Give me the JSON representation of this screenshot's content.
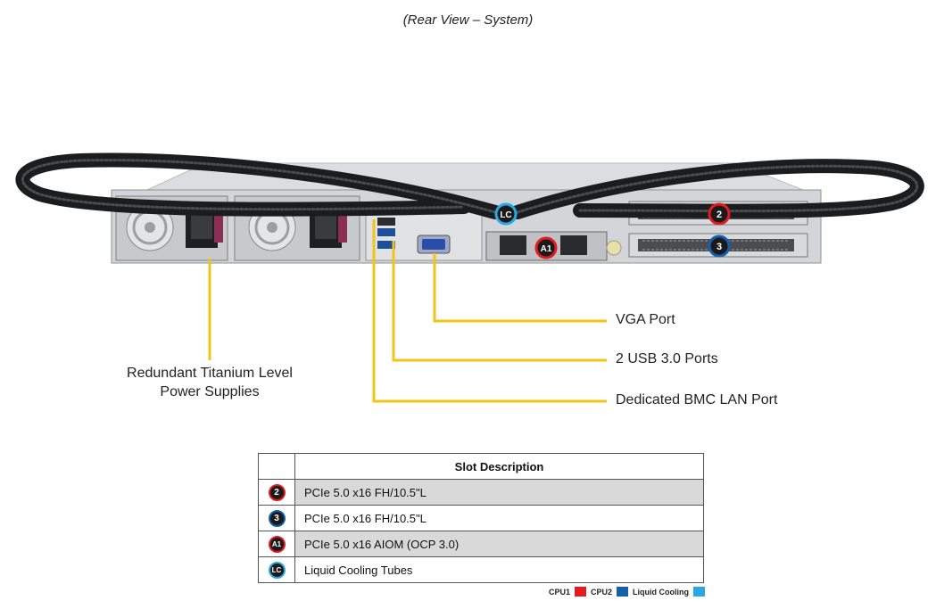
{
  "caption": "(Rear View – System)",
  "callouts": {
    "vga": "VGA Port",
    "usb": "2 USB 3.0 Ports",
    "bmc": "Dedicated BMC LAN Port",
    "psu_line1": "Redundant Titanium Level",
    "psu_line2": "Power Supplies"
  },
  "badges": {
    "two": "2",
    "three": "3",
    "a1": "A1",
    "lc": "LC"
  },
  "table": {
    "header": "Slot Description",
    "rows": [
      {
        "badge": "2",
        "desc": "PCIe 5.0 x16 FH/10.5\"L"
      },
      {
        "badge": "3",
        "desc": "PCIe 5.0 x16 FH/10.5\"L"
      },
      {
        "badge": "A1",
        "desc": "PCIe 5.0 x16 AIOM (OCP 3.0)"
      },
      {
        "badge": "LC",
        "desc": "Liquid Cooling Tubes"
      }
    ]
  },
  "legend": {
    "cpu1": "CPU1",
    "cpu2": "CPU2",
    "liquid": "Liquid Cooling"
  },
  "colors": {
    "cpu1": "#e31b23",
    "cpu2": "#1560a8",
    "liquid": "#29a9e0",
    "callout_line": "#f2c318"
  }
}
